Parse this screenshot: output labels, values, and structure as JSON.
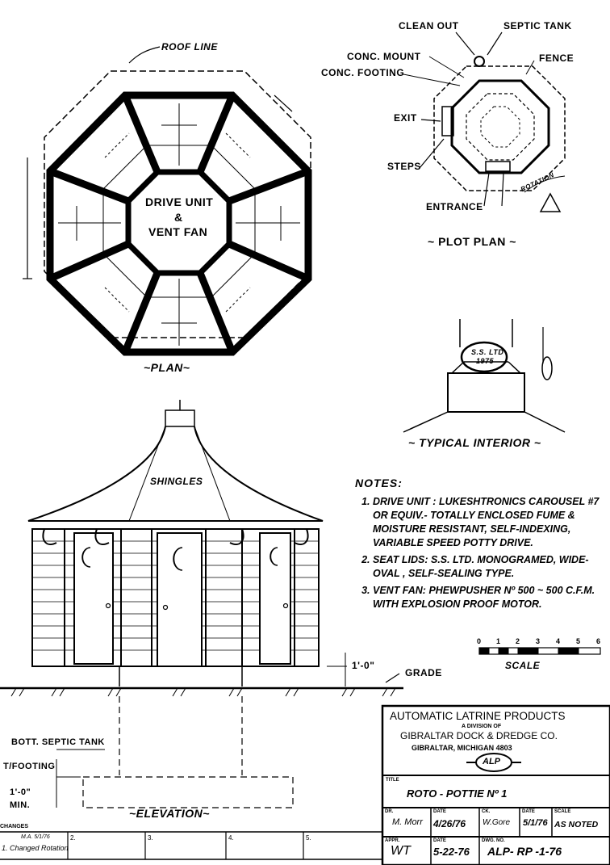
{
  "plan": {
    "roof_line": "ROOF LINE",
    "center_line1": "DRIVE UNIT",
    "center_line2": "&",
    "center_line3": "VENT FAN",
    "caption": "~PLAN~"
  },
  "plot_plan": {
    "clean_out": "CLEAN OUT",
    "septic_tank": "SEPTIC TANK",
    "conc_mount": "CONC. MOUNT",
    "conc_footing": "CONC. FOOTING",
    "fence": "FENCE",
    "exit": "EXIT",
    "steps": "STEPS",
    "entrance": "ENTRANCE",
    "rotation": "ROTATION",
    "caption": "~ PLOT PLAN ~"
  },
  "interior": {
    "seal_line1": "S.S. LTD",
    "seal_line2": "1975",
    "caption": "~ TYPICAL INTERIOR ~"
  },
  "elevation": {
    "shingles": "SHINGLES",
    "clearance": "1'-0\"",
    "grade": "GRADE",
    "bott_septic": "BOTT. SEPTIC TANK",
    "t_footing": "T/FOOTING",
    "min_depth1": "1'-0\"",
    "min_depth2": "MIN.",
    "caption": "~ELEVATION~"
  },
  "notes": {
    "heading": "NOTES:",
    "items": [
      "DRIVE UNIT : LUKESHTRONICS CAROUSEL #7 OR EQUIV.- TOTALLY ENCLOSED FUME & MOISTURE RESISTANT, SELF-INDEXING, VARIABLE SPEED POTTY DRIVE.",
      "SEAT LIDS: S.S. LTD. MONOGRAMED, WIDE-OVAL , SELF-SEALING TYPE.",
      "VENT FAN: PHEWPUSHER Nº 500 ~ 500 C.F.M. WITH EXPLOSION PROOF MOTOR."
    ]
  },
  "scale": {
    "ticks": [
      "0",
      "1",
      "2",
      "3",
      "4",
      "5",
      "6"
    ],
    "label": "SCALE"
  },
  "title_block": {
    "company": "AUTOMATIC LATRINE PRODUCTS",
    "division": "A DIVISION OF",
    "parent": "GIBRALTAR DOCK & DREDGE CO.",
    "address": "GIBRALTAR, MICHIGAN 4803",
    "logo": "ALP",
    "title_label": "TITLE",
    "title": "ROTO - POTTIE  Nº 1",
    "dr_label": "DR.",
    "dr_value": "M. Morr",
    "date_label": "DATE",
    "date_value": "4/26/76",
    "ck_label": "CK.",
    "ck_value": "W.Gore",
    "date2_label": "DATE",
    "date2_value": "5/1/76",
    "scale_label": "SCALE",
    "scale_value": "AS NOTED",
    "appr_label": "APPR.",
    "appr_value": "WT",
    "date3_label": "DATE",
    "date3_value": "5-22-76",
    "dwg_label": "DWG. NO.",
    "dwg_value": "ALP- RP -1-76"
  },
  "changes": {
    "label": "CHANGES",
    "entry_ref": "M.A. 5/1/76",
    "entry1": "1. Changed Rotation",
    "c2": "2.",
    "c3": "3.",
    "c4": "4.",
    "c5": "5."
  }
}
